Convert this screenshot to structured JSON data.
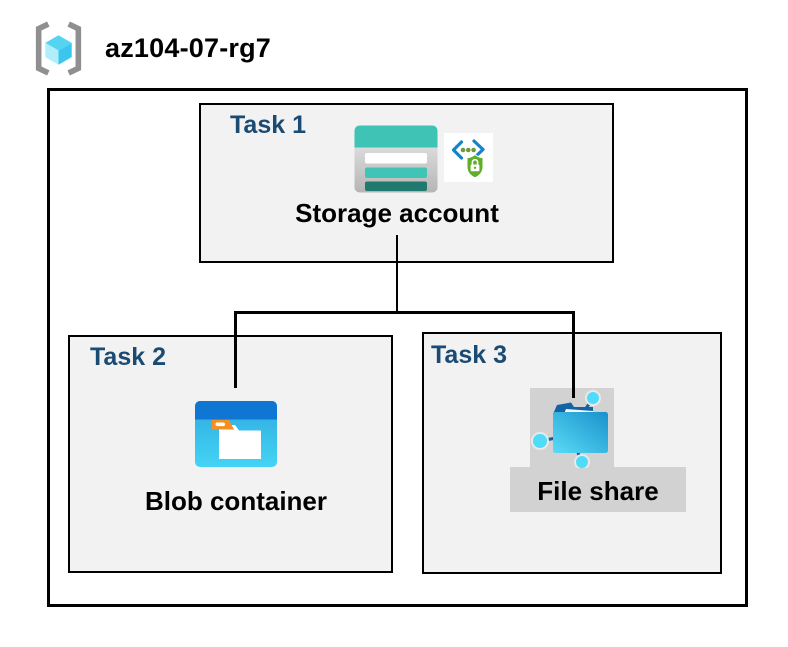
{
  "header": {
    "title": "az104-07-rg7",
    "icon": "azure-resource-group-icon"
  },
  "colors": {
    "background": "#ffffff",
    "outer_border": "#000000",
    "task_box_fill": "#f2f2f2",
    "task_box_border": "#000000",
    "task_label_blue": "#1b4a73",
    "caption_black": "#000000",
    "file_share_highlight": "#d2d2d2",
    "storage_teal": "#3ec3b4",
    "storage_teal_dark": "#20796f",
    "blob_bar_blue": "#0f76d4",
    "blob_body_cyan": "#3cc9f0",
    "folder_orange": "#f68f1f",
    "sas_bracket_blue": "#1583c9",
    "sas_shield_green": "#5fae27",
    "fs_folder_blue": "#1f9ad4",
    "fs_node_cyan": "#4fdcf8",
    "rg_cube_cyan": "#55d4f2",
    "rg_bracket_gray": "#8f8f8f",
    "connector_black": "#000000"
  },
  "diagram": {
    "tasks": [
      {
        "label": "Task 1",
        "caption": "Storage account",
        "icons": [
          "storage-account-icon",
          "sas-security-icon"
        ]
      },
      {
        "label": "Task 2",
        "caption": "Blob container",
        "icons": [
          "blob-container-icon"
        ]
      },
      {
        "label": "Task 3",
        "caption": "File share",
        "icons": [
          "file-share-icon"
        ]
      }
    ],
    "connections": [
      {
        "from": "Storage account",
        "to": "Blob container"
      },
      {
        "from": "Storage account",
        "to": "File share"
      }
    ]
  }
}
